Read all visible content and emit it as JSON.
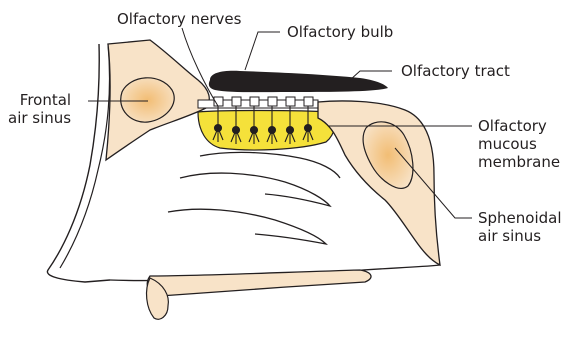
{
  "labels": {
    "olfactory_nerves": "Olfactory nerves",
    "olfactory_bulb": "Olfactory bulb",
    "olfactory_tract": "Olfactory tract",
    "frontal_sinus": [
      "Frontal",
      "air sinus"
    ],
    "olfactory_membrane": [
      "Olfactory",
      "mucous",
      "membrane"
    ],
    "sphenoidal_sinus": [
      "Sphenoidal",
      "air sinus"
    ]
  },
  "colors": {
    "outline": "#231f20",
    "bone_fill": "#f8e3c8",
    "sinus_fill": "#f2c07d",
    "membrane_fill": "#f5e13a",
    "bulb_fill": "#231f20",
    "background": "#ffffff"
  }
}
